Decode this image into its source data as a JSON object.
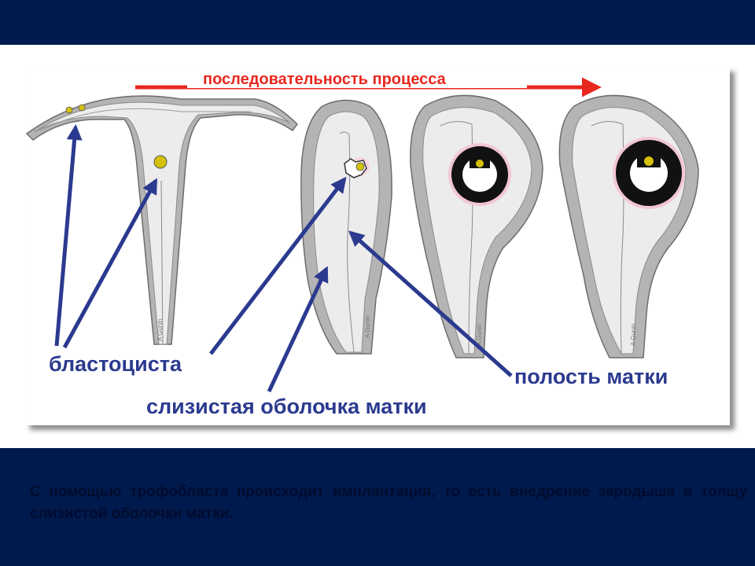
{
  "process_label": "последовательность процесса",
  "labels": {
    "blastocyst": "бластоциста",
    "uterine_cavity": "полость матки",
    "mucosa": "слизистая оболочка матки"
  },
  "signature": "A Gunin",
  "caption": "С помощью трофобласта происходит имплантация, то есть внедрение зародыша в толщу слизистой оболочки матки.",
  "colors": {
    "background": "#001a4d",
    "arrow_red": "#e8281f",
    "label_blue": "#2b3a8f",
    "wall_gray": "#b4b4b4",
    "mucosa_gray": "#ececec"
  }
}
